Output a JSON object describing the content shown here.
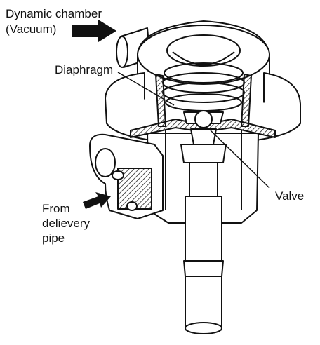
{
  "diagram": {
    "labels": {
      "dynamic_chamber_line1": "Dynamic chamber",
      "dynamic_chamber_line2": "(Vacuum)",
      "diaphragm": "Diaphragm",
      "valve": "Valve",
      "from_line1": "From",
      "from_line2": "delievery",
      "from_line3": "pipe"
    },
    "colors": {
      "ink": "#111111",
      "paper": "#ffffff",
      "hatch": "#222222"
    }
  }
}
